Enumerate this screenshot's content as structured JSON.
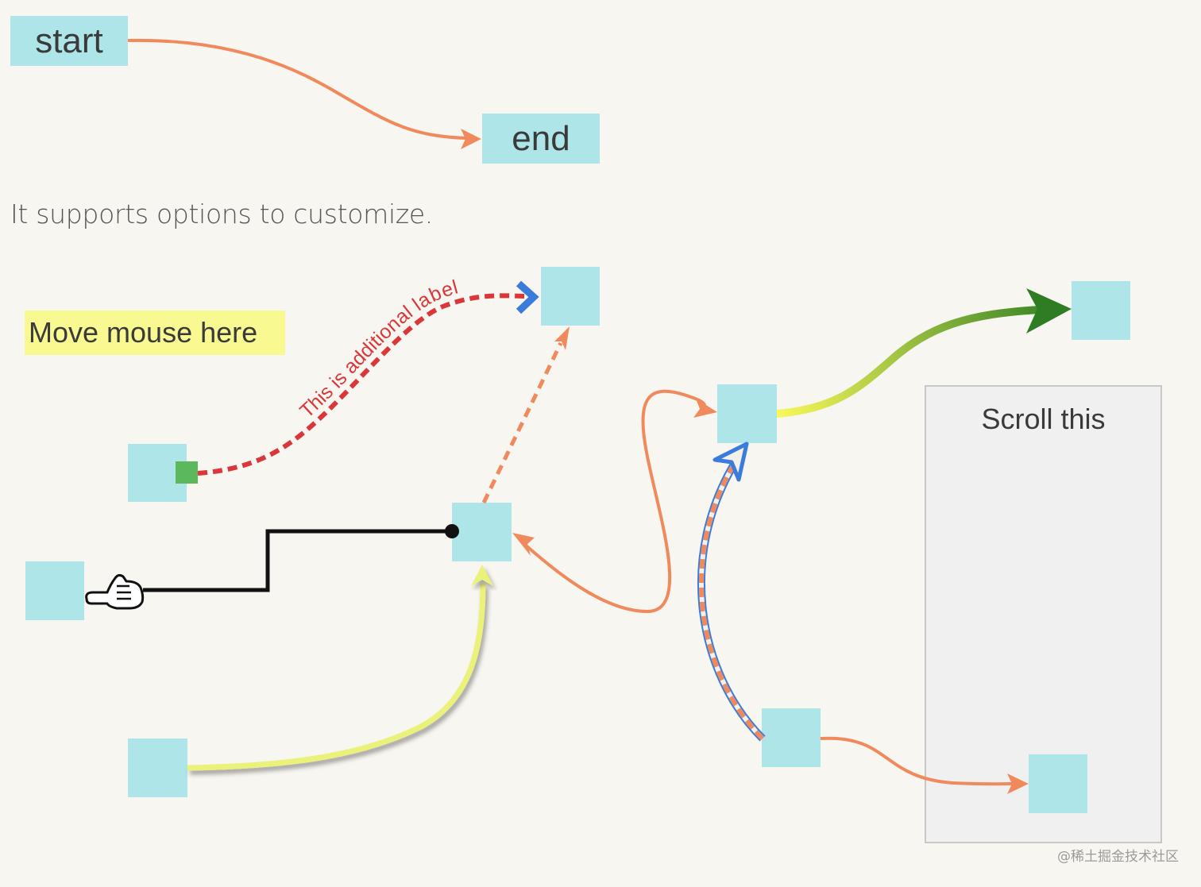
{
  "nodes": {
    "start_label": "start",
    "end_label": "end"
  },
  "caption": "It supports options to customize.",
  "hover_target_label": "Move mouse here",
  "path_label": "This is additional label",
  "scroll_panel_title": "Scroll this",
  "watermark": "@稀土掘金技术社区",
  "colors": {
    "node": "#ade5e8",
    "line_default": "#f08a5d",
    "line_dashed_red": "#d9373a",
    "arrow_blue": "#3a7bdc",
    "gradient_start": "#f8f85a",
    "gradient_end": "#2e7d23",
    "highlight": "#f9f992",
    "plug_green": "#5cb85c"
  }
}
